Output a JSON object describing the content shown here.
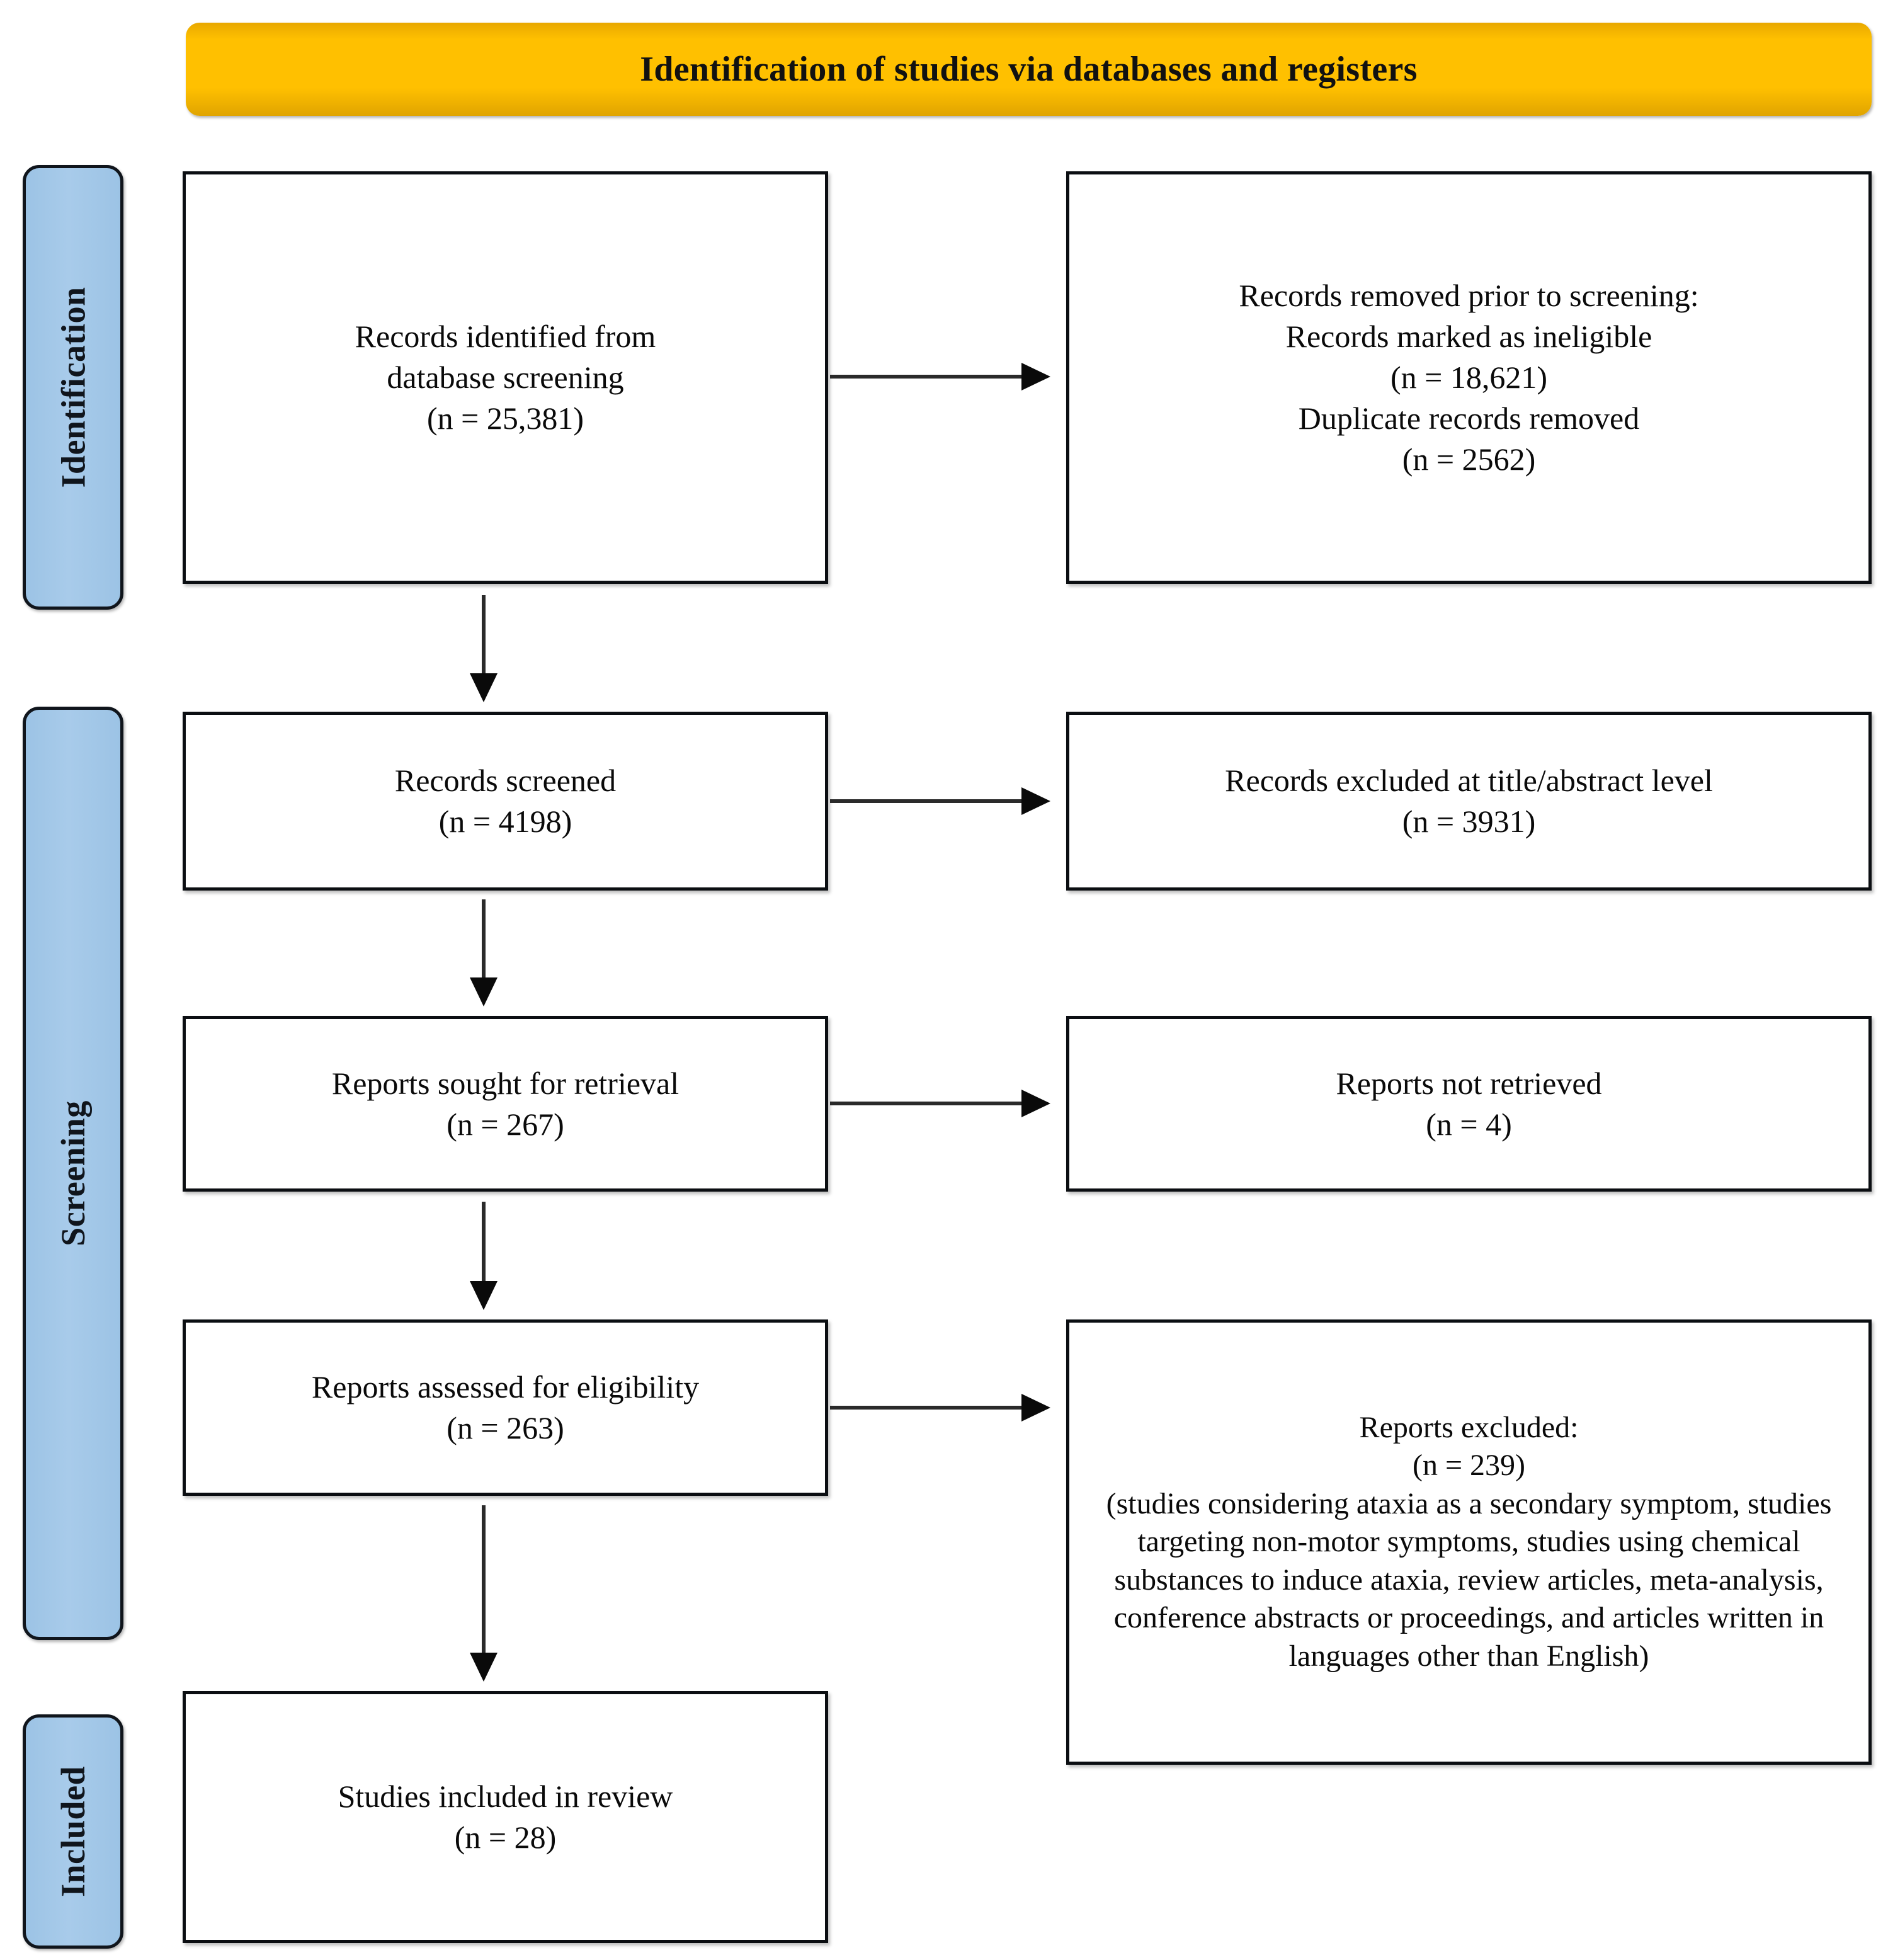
{
  "banner": {
    "title": "Identification of studies via databases and registers"
  },
  "stages": [
    {
      "id": "identification",
      "label": "Identification"
    },
    {
      "id": "screening",
      "label": "Screening"
    },
    {
      "id": "included",
      "label": "Included"
    }
  ],
  "boxes": {
    "identified": {
      "lines": [
        "Records identified from",
        "database screening",
        "(n = 25,381)"
      ]
    },
    "removed": {
      "lines": [
        "Records removed prior to screening:",
        "Records marked as ineligible",
        "(n = 18,621)",
        "Duplicate records removed",
        "(n = 2562)"
      ]
    },
    "screened": {
      "lines": [
        "Records screened",
        "(n = 4198)"
      ]
    },
    "excluded_title_abstract": {
      "lines": [
        "Records excluded at title/abstract level",
        "(n = 3931)"
      ]
    },
    "sought": {
      "lines": [
        "Reports sought for retrieval",
        "(n = 267)"
      ]
    },
    "not_retrieved": {
      "lines": [
        "Reports not retrieved",
        "(n = 4)"
      ]
    },
    "assessed": {
      "lines": [
        "Reports assessed for eligibility",
        "(n = 263)"
      ]
    },
    "reports_excluded": {
      "heading": "Reports excluded:",
      "count": "(n = 239)",
      "detail": "(studies considering ataxia as a secondary symptom, studies targeting non-motor symptoms, studies using chemical substances to induce ataxia, review articles, meta-analysis, conference abstracts or proceedings, and articles written in languages other than English)"
    },
    "included": {
      "lines": [
        "Studies included in review",
        "(n = 28)"
      ]
    }
  },
  "colors": {
    "banner_fill": "#ffc000",
    "stage_fill": "#9cc3e5",
    "box_border": "#0b0e12",
    "arrow": "#0a0a0a",
    "text": "#0a0a0a"
  }
}
